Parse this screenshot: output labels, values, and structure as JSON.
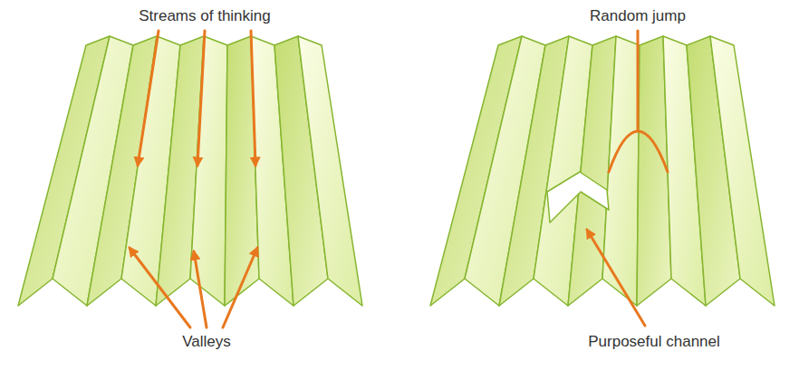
{
  "diagram": {
    "labels": [
      "Streams of thinking",
      "Valleys",
      "Random jump",
      "Purposeful channel"
    ]
  }
}
